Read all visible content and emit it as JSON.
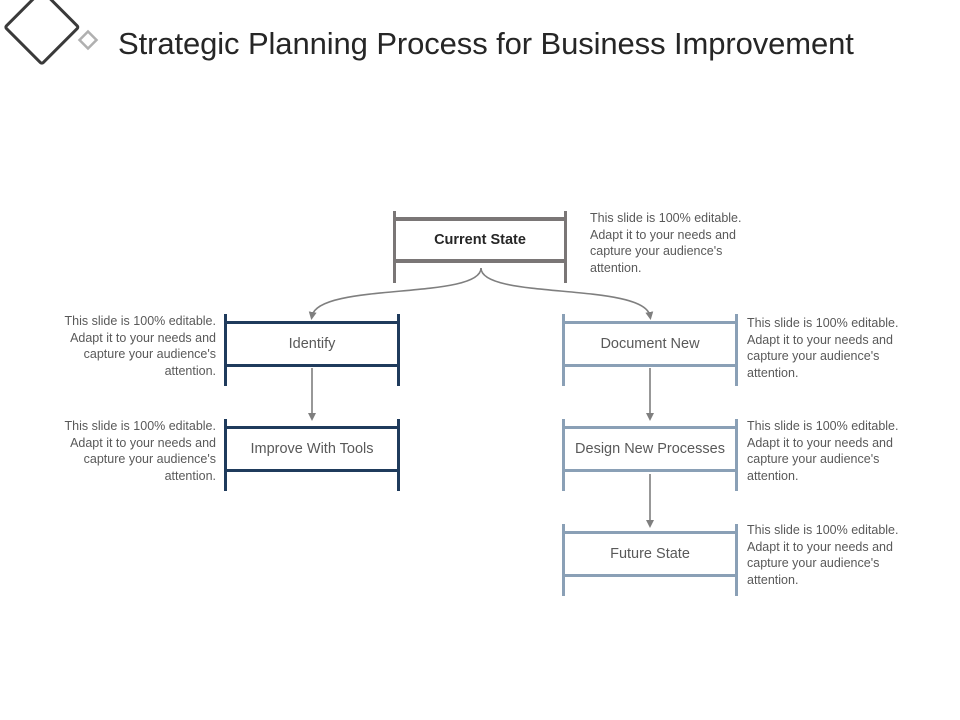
{
  "header": {
    "title": "Strategic Planning Process for Business Improvement"
  },
  "nodes": {
    "current_state": "Current State",
    "identify": "Identify",
    "improve_with_tools": "Improve With Tools",
    "document_new": "Document New",
    "design_new_processes": "Design New Processes",
    "future_state": "Future State"
  },
  "notes": {
    "current_state": "This slide is 100% editable. Adapt it to your needs and capture your audience's attention.",
    "identify": "This slide is 100% editable. Adapt it to your needs and capture your audience's attention.",
    "improve_with_tools": "This slide is 100% editable. Adapt it to your needs and capture your audience's attention.",
    "document_new": "This slide is 100% editable. Adapt it to your needs and capture your audience's attention.",
    "design_new_processes": "This slide is 100% editable. Adapt it to your needs and capture your audience's attention.",
    "future_state": "This slide is 100% editable. Adapt it to your needs and capture your audience's attention."
  },
  "colors": {
    "current_state": "#7a7676",
    "left_branch": "#1f3b5c",
    "right_branch": "#8aa0b6",
    "connector": "#7f7f7f",
    "text": "#595959"
  },
  "icons": [
    "diamond-outline-icon",
    "small-diamond-icon"
  ]
}
